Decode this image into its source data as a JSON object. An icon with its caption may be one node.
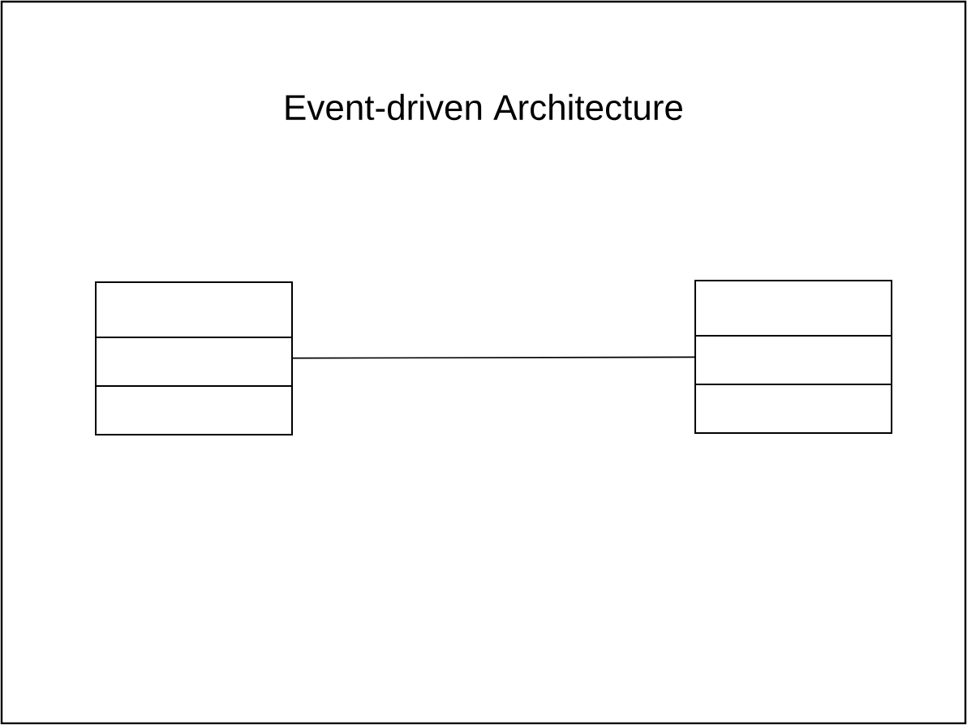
{
  "diagram": {
    "title": "Event-driven Architecture",
    "nodes": [
      {
        "text": [],
        "shape": "box"
      },
      {
        "text": [],
        "shape": "box"
      }
    ],
    "edges": [
      {
        "from": 0,
        "to": 1,
        "arrow": "none"
      }
    ]
  }
}
